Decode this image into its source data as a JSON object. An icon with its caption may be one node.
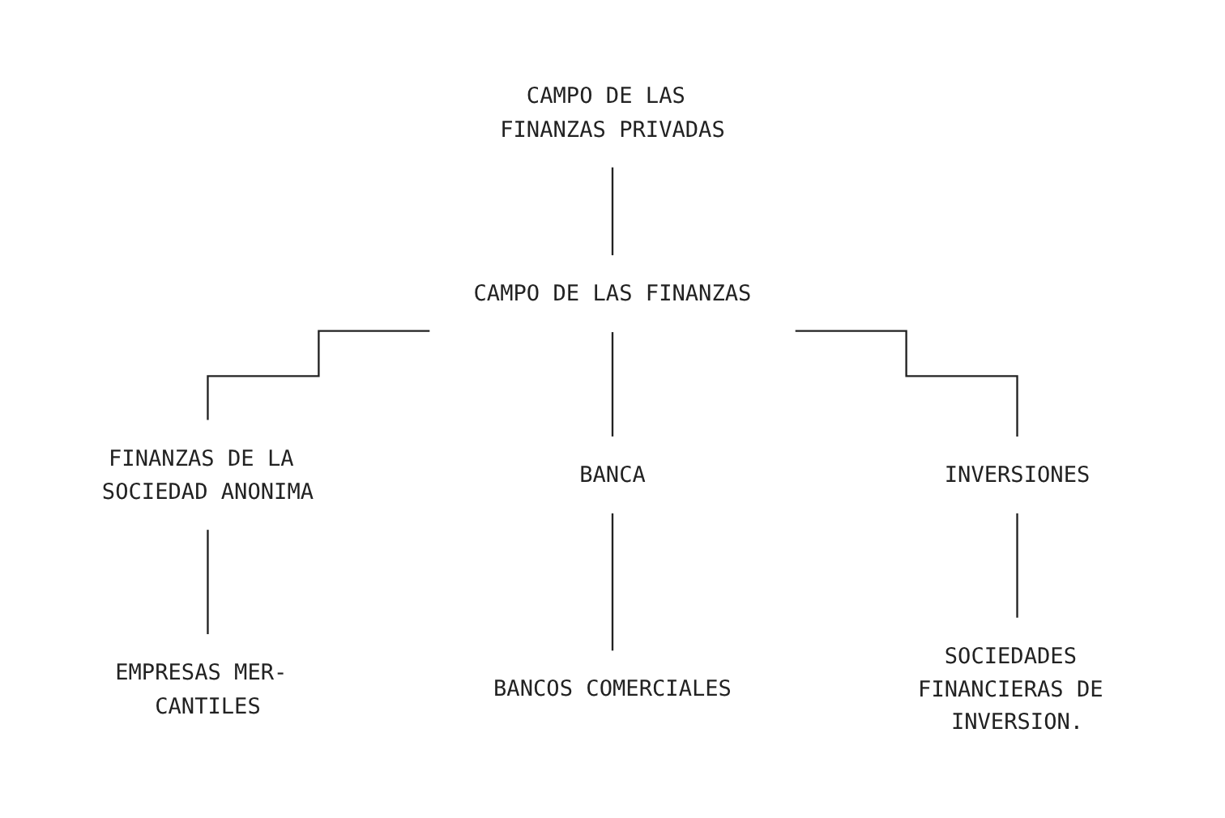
{
  "diagram": {
    "nodes": [
      {
        "text": [
          "CAMPO DE LAS FINANZAS PRIVADAS"
        ]
      },
      {
        "text": [
          "CAMPO DE LAS FINANZAS"
        ]
      },
      {
        "text": [
          "FINANZAS DE LA SOCIEDAD ANONIMA"
        ]
      },
      {
        "text": [
          "BANCA"
        ]
      },
      {
        "text": [
          "INVERSIONES"
        ]
      },
      {
        "text": [
          "EMPRESAS MER- CANTILES"
        ]
      },
      {
        "text": [
          "BANCOS COMERCIALES"
        ]
      },
      {
        "text": [
          "SOCIEDADES FINANCIERAS DE INVERSION."
        ]
      }
    ],
    "edges": [
      {
        "from": 0,
        "to": 1,
        "arrow": "none"
      },
      {
        "from": 1,
        "to": 2,
        "arrow": "none"
      },
      {
        "from": 1,
        "to": 3,
        "arrow": "none"
      },
      {
        "from": 1,
        "to": 4,
        "arrow": "none"
      },
      {
        "from": 2,
        "to": 5,
        "arrow": "none"
      },
      {
        "from": 3,
        "to": 6,
        "arrow": "none"
      },
      {
        "from": 4,
        "to": 7,
        "arrow": "none"
      }
    ]
  }
}
